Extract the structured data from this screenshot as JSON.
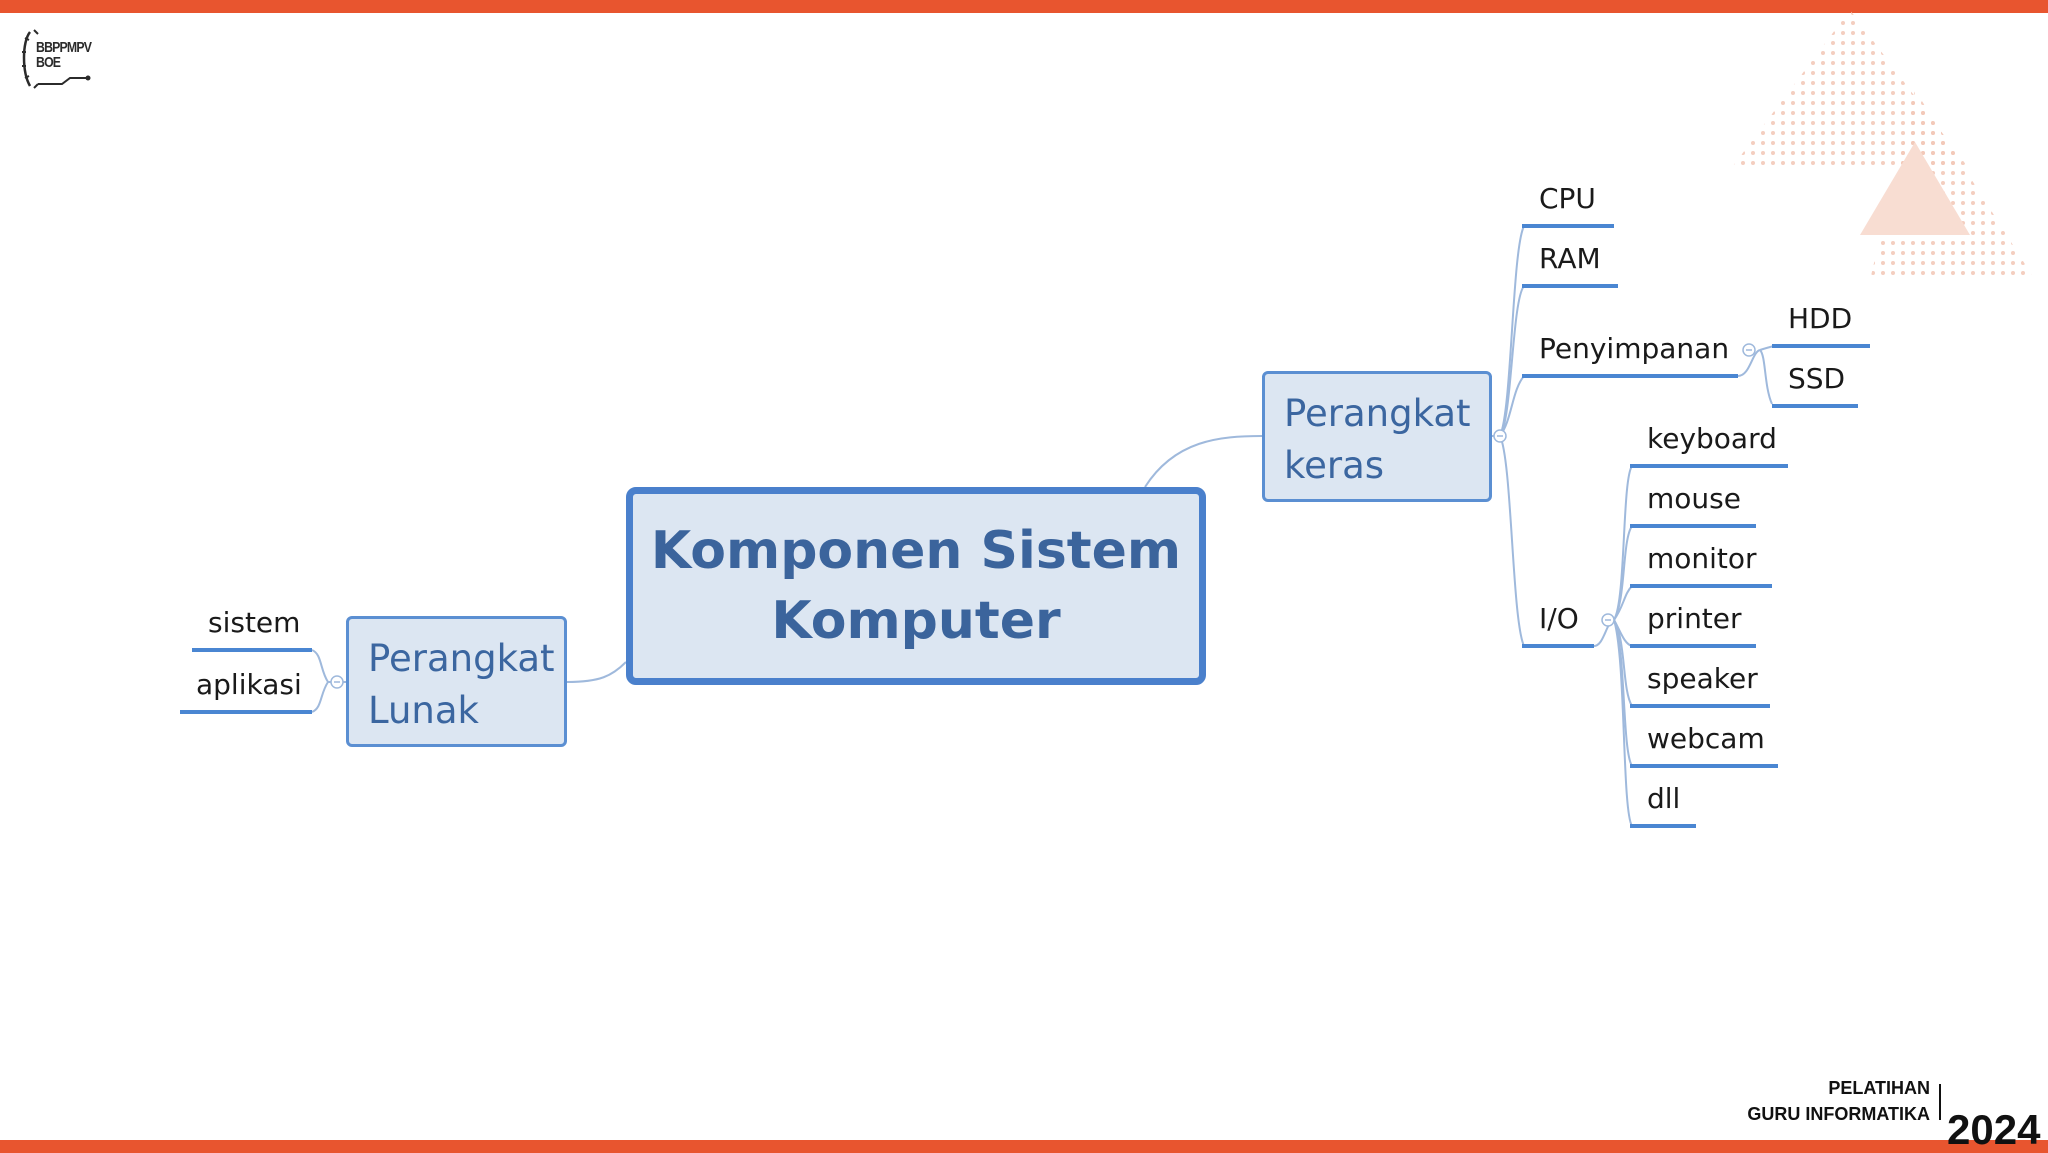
{
  "colors": {
    "accent_bar": "#e8552f",
    "node_fill": "#dce6f2",
    "node_border": "#5b8fd2",
    "node_text": "#3b66a0",
    "leaf_underline": "#4a86d2",
    "connector": "#9fb9dc"
  },
  "logo": {
    "icon": "bbppmpv-boe-logo",
    "line1": "BBPPMPV",
    "line2": "BOE"
  },
  "mindmap": {
    "central": {
      "line1": "Komponen Sistem",
      "line2": "Komputer"
    },
    "hardware": {
      "line1": "Perangkat",
      "line2": "keras",
      "children": {
        "cpu": "CPU",
        "ram": "RAM",
        "storage": {
          "label": "Penyimpanan",
          "children": [
            "HDD",
            "SSD"
          ]
        },
        "io": {
          "label": "I/O",
          "children": [
            "keyboard",
            "mouse",
            "monitor",
            "printer",
            "speaker",
            "webcam",
            "dll"
          ]
        }
      }
    },
    "software": {
      "line1": "Perangkat",
      "line2": "Lunak",
      "children": [
        "sistem",
        "aplikasi"
      ]
    }
  },
  "footer": {
    "line1": "PELATIHAN",
    "line2": "GURU INFORMATIKA",
    "year": "2024"
  }
}
